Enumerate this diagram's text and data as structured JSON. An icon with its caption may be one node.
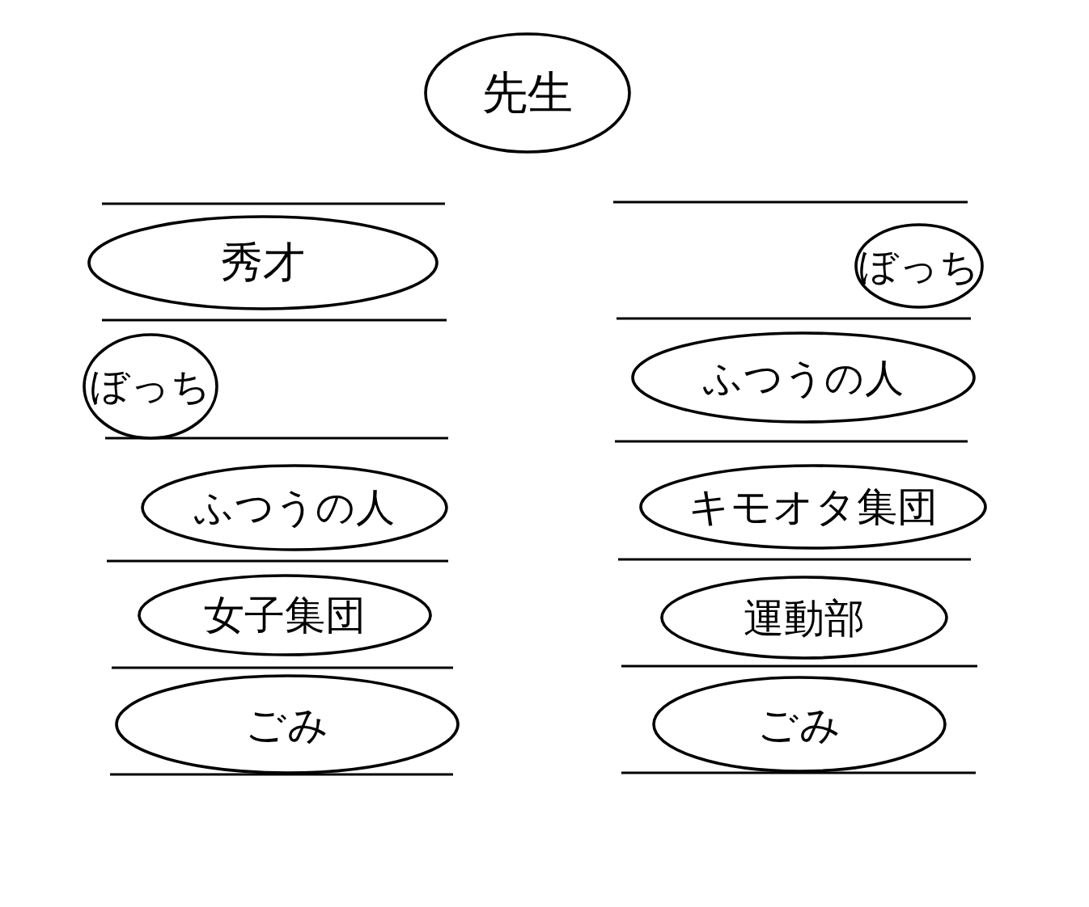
{
  "diagram": {
    "nodes": [
      {
        "text": [
          "先生"
        ]
      },
      {
        "text": [
          "秀才"
        ]
      },
      {
        "text": [
          "ぼっち"
        ]
      },
      {
        "text": [
          "ふつうの人"
        ]
      },
      {
        "text": [
          "女子集団"
        ]
      },
      {
        "text": [
          "ごみ"
        ]
      },
      {
        "text": [
          "ぼっち"
        ]
      },
      {
        "text": [
          "ふつうの人"
        ]
      },
      {
        "text": [
          "キモオタ集団"
        ]
      },
      {
        "text": [
          "運動部"
        ]
      },
      {
        "text": [
          "ごみ"
        ]
      }
    ]
  }
}
